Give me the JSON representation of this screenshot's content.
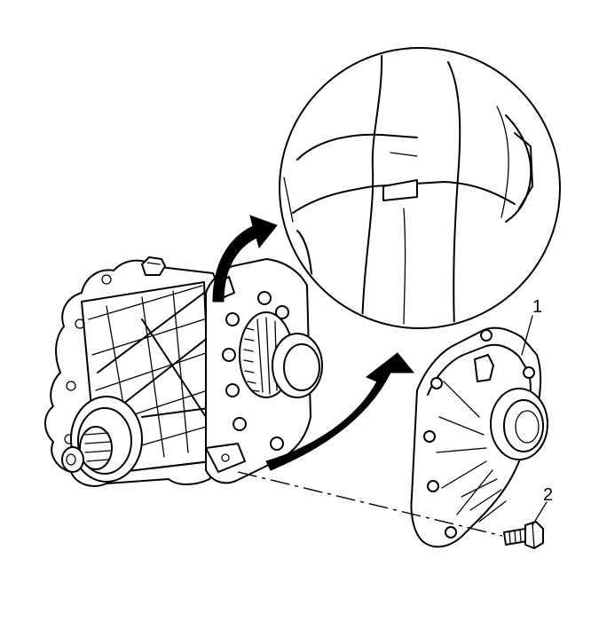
{
  "figure": {
    "callouts": [
      {
        "id": "1",
        "text": "1"
      },
      {
        "id": "2",
        "text": "2"
      }
    ]
  }
}
